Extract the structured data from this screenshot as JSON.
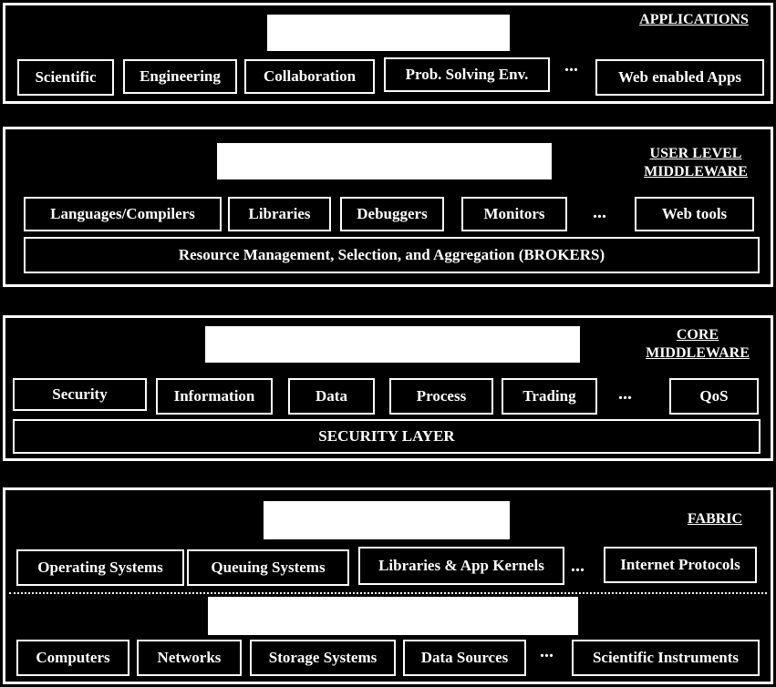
{
  "applications": {
    "tag": "APPLICATIONS",
    "items": [
      "Scientific",
      "Engineering",
      "Collaboration",
      "Prob. Solving Env.",
      "Web enabled Apps"
    ],
    "ellipsis": "..."
  },
  "user_middleware": {
    "tag_line1": "USER LEVEL",
    "tag_line2": "MIDDLEWARE",
    "items": [
      "Languages/Compilers",
      "Libraries",
      "Debuggers",
      "Monitors",
      "Web tools"
    ],
    "ellipsis": "...",
    "broker": "Resource Management, Selection, and Aggregation (BROKERS)"
  },
  "core_middleware": {
    "tag_line1": "CORE",
    "tag_line2": "MIDDLEWARE",
    "items": [
      "Security",
      "Information",
      "Data",
      "Process",
      "Trading",
      "QoS"
    ],
    "ellipsis": "...",
    "security_layer": "SECURITY LAYER"
  },
  "fabric": {
    "tag": "FABRIC",
    "software_items": [
      "Operating Systems",
      "Queuing Systems",
      "Libraries & App Kernels",
      "Internet Protocols"
    ],
    "hardware_items": [
      "Computers",
      "Networks",
      "Storage Systems",
      "Data Sources",
      "Scientific Instruments"
    ],
    "ellipsis": "..."
  }
}
